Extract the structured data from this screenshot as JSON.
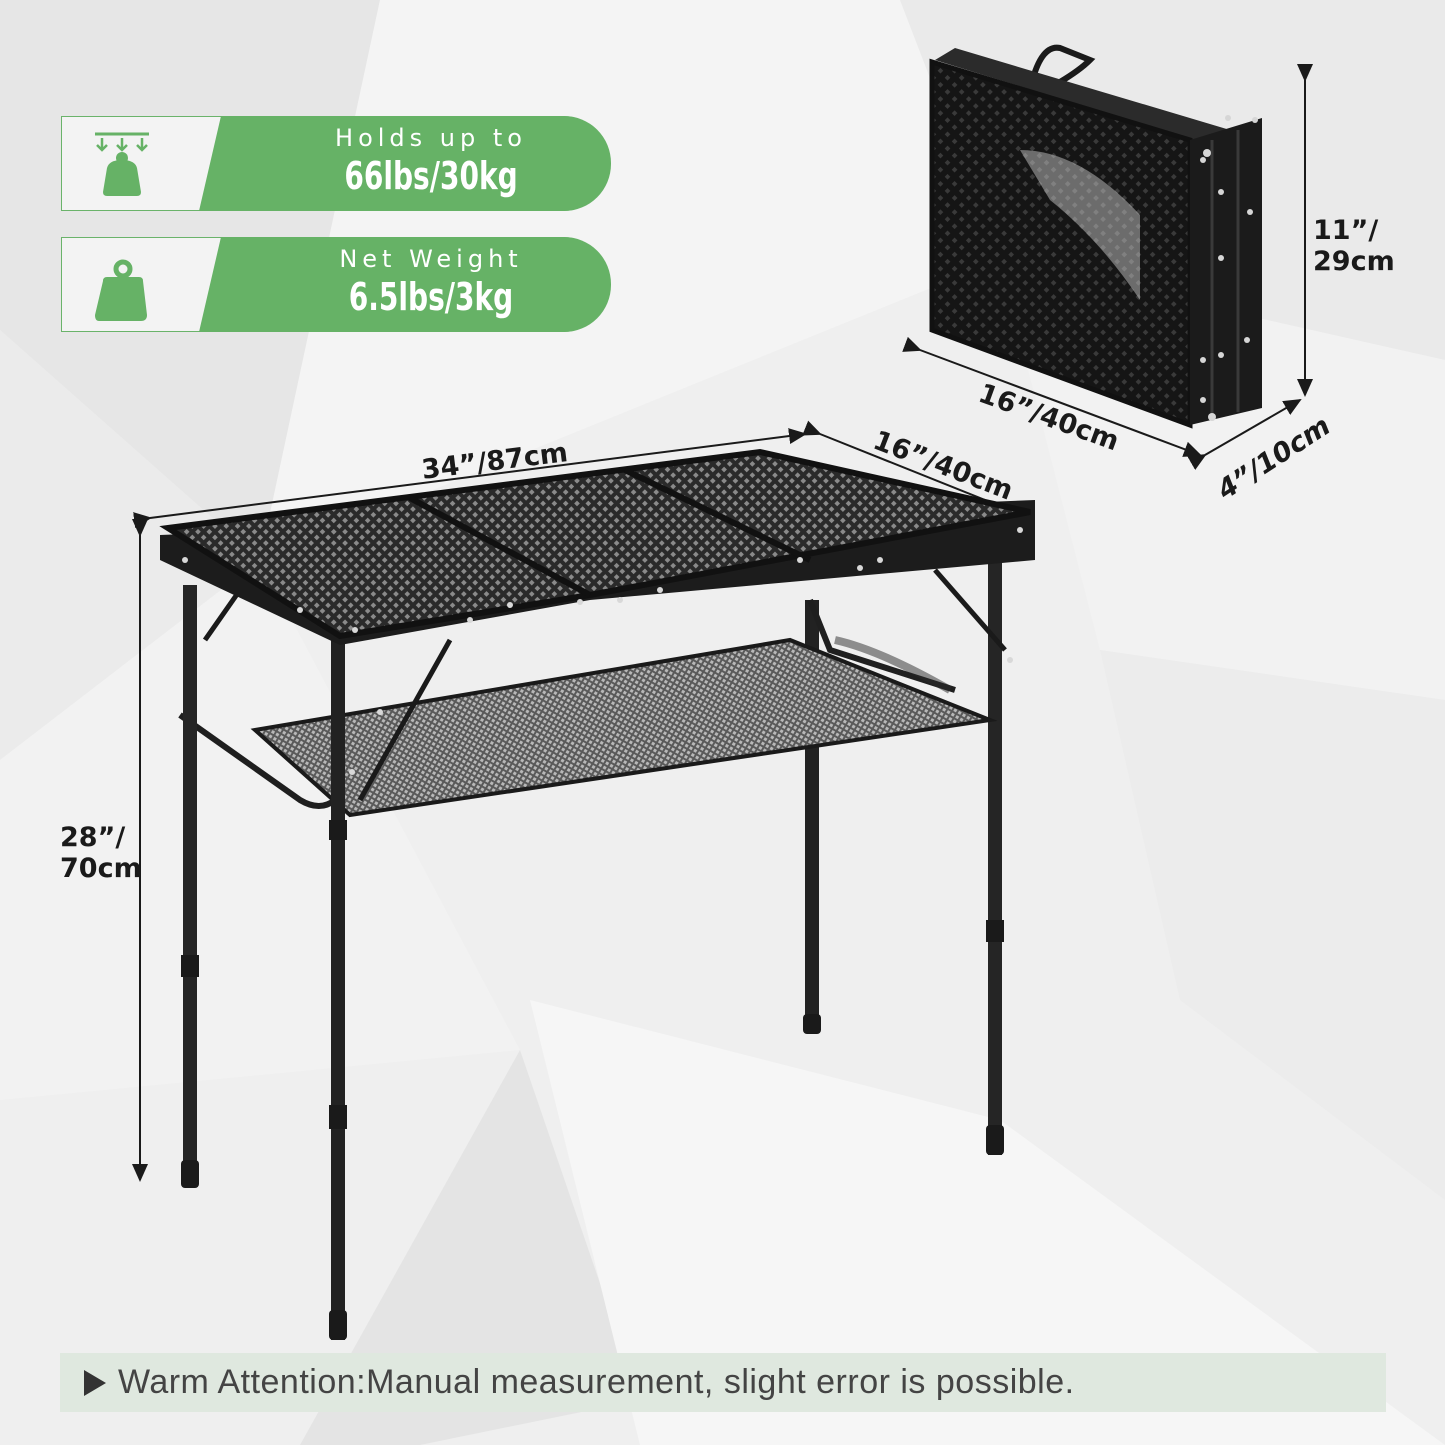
{
  "specs": [
    {
      "label": "Holds up to",
      "value": "66lbs/30kg",
      "icon": "weight-load-icon"
    },
    {
      "label": "Net Weight",
      "value": "6.5lbs/3kg",
      "icon": "weight-icon"
    }
  ],
  "dimensions": {
    "table_length": "34”/87cm",
    "table_width": "16”/40cm",
    "table_height_line1": "28”/",
    "table_height_line2": "70cm",
    "folded_height_line1": "11”/",
    "folded_height_line2": "29cm",
    "folded_width": "16”/40cm",
    "folded_depth": "4”/10cm"
  },
  "note": {
    "icon": "arrow-right-icon",
    "text": "Warm Attention:Manual measurement, slight error is possible."
  },
  "colors": {
    "accent_green": "#66b266",
    "note_background": "#dfe8df",
    "product_black": "#1c1c1c",
    "background": "#efefef"
  }
}
